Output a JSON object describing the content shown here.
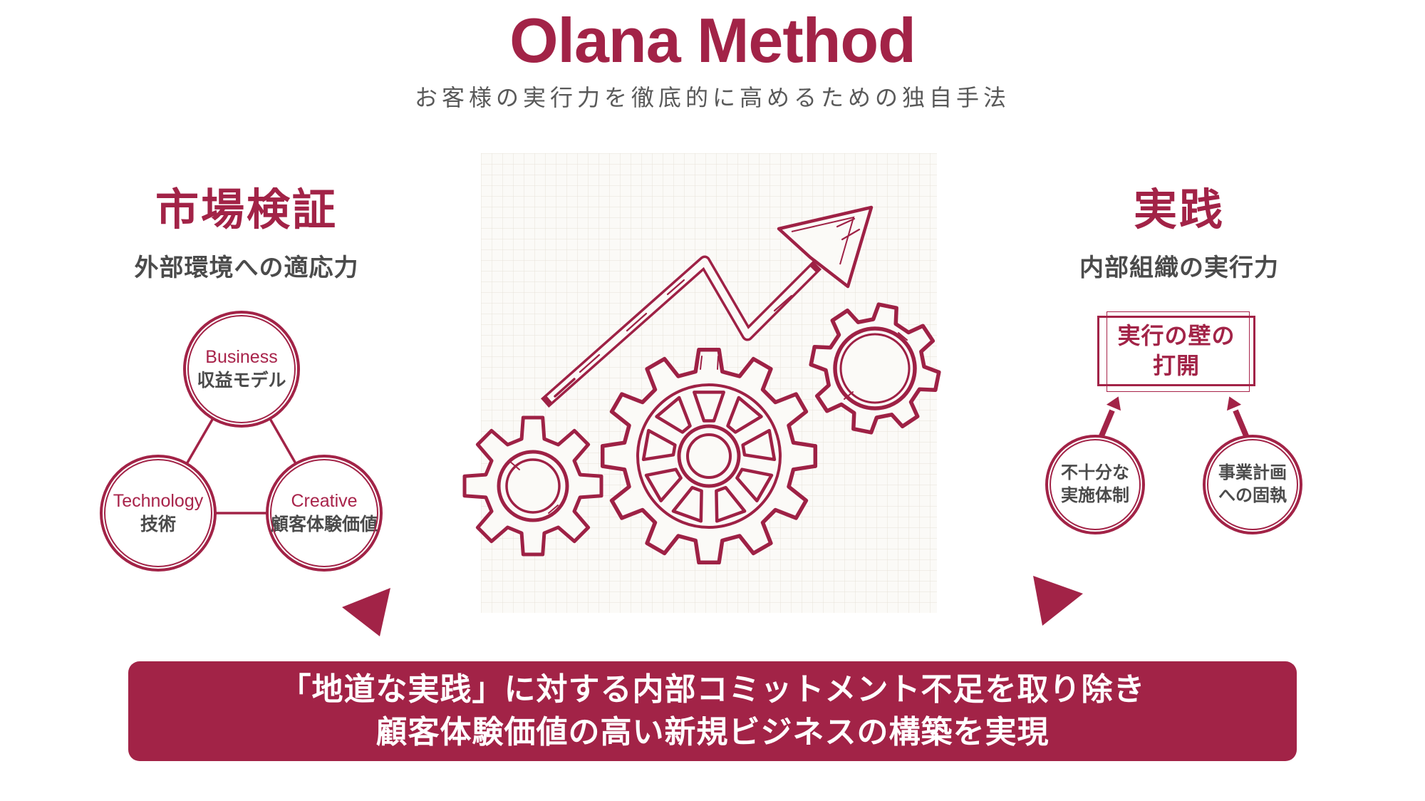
{
  "title": "Olana Method",
  "subtitle": "お客様の実行力を徹底的に高めるための独自手法",
  "colors": {
    "accent": "#A22347",
    "sketch": "#9E2145",
    "text_dark": "#4B4B4B",
    "paper": "#FBFAF7"
  },
  "left": {
    "heading": "市場検証",
    "subheading": "外部環境への適応力",
    "circles": [
      {
        "en": "Business",
        "ja": "収益モデル"
      },
      {
        "en": "Technology",
        "ja": "技術"
      },
      {
        "en": "Creative",
        "ja": "顧客体験価値"
      }
    ]
  },
  "center": {
    "illustration": "growth-arrow-and-gears-sketch"
  },
  "right": {
    "heading": "実践",
    "subheading": "内部組織の実行力",
    "box": {
      "line1": "実行の壁の",
      "line2": "打開"
    },
    "circles": [
      {
        "line1": "不十分な",
        "line2": "実施体制"
      },
      {
        "line1": "事業計画",
        "line2": "への固執"
      }
    ]
  },
  "banner": {
    "line1": "「地道な実践」に対する内部コミットメント不足を取り除き",
    "line2": "顧客体験価値の高い新規ビジネスの構築を実現"
  }
}
